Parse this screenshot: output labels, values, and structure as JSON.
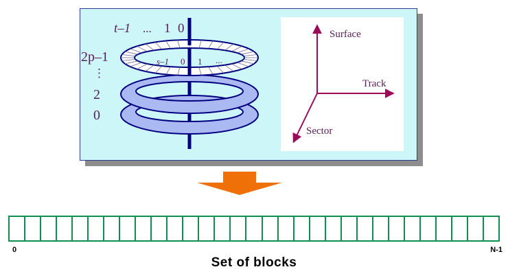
{
  "disk": {
    "top_labels": {
      "t_minus_1": "t–1",
      "ellipsis": "...",
      "one": "1",
      "zero": "0"
    },
    "side_labels": {
      "two_p_minus_1": "2p–1",
      "vdots": "⋮",
      "two": "2",
      "zero": "0"
    },
    "ring_labels": {
      "s_minus_1": "s–1",
      "zero": "0",
      "one": "1",
      "ellipsis": "..."
    }
  },
  "axes": {
    "surface": "Surface",
    "track": "Track",
    "sector": "Sector"
  },
  "blocks": {
    "count": 31,
    "first_label": "0",
    "last_label": "N-1",
    "caption": "Set of blocks"
  },
  "colors": {
    "panel_bg": "#ccf6f8",
    "ring_fill": "#aab9f2",
    "ring_stroke": "#000080",
    "axis_arrow": "#9c0a5a",
    "label_text": "#5a1c5a",
    "down_arrow": "#f07008",
    "block_border": "#0f8f4f"
  }
}
